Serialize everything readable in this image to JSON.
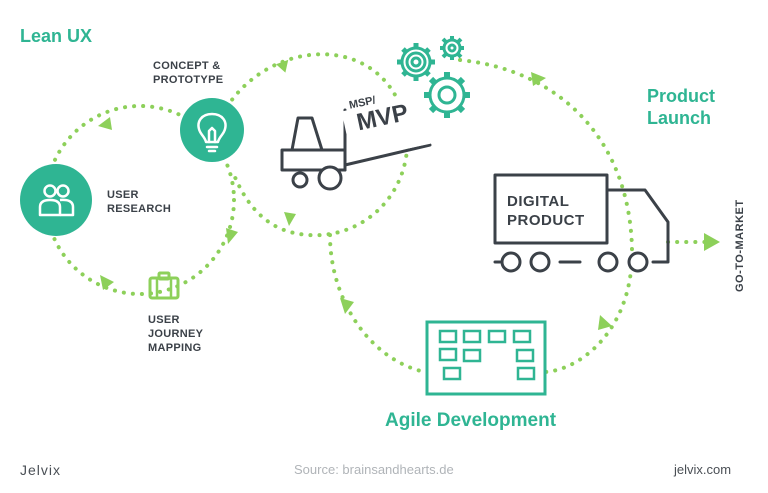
{
  "titles": {
    "lean_ux": "Lean UX",
    "product_launch_1": "Product",
    "product_launch_2": "Launch",
    "agile": "Agile Development"
  },
  "labels": {
    "concept_1": "CONCEPT &",
    "concept_2": "PROTOTYPE",
    "research_1": "USER",
    "research_2": "RESEARCH",
    "journey_1": "USER",
    "journey_2": "JOURNEY",
    "journey_3": "MAPPING",
    "msp": "MSP/",
    "mvp": "MVP",
    "digital": "DIGITAL",
    "product": "PRODUCT",
    "go_to_market": "GO-TO-MARKET"
  },
  "footer": {
    "brand": "Jelvix",
    "source": "Source: brainsandhearts.de",
    "site": "jelvix.com"
  },
  "colors": {
    "teal": "#2fb593",
    "green_dots": "#8dd05a",
    "dark": "#3b4148",
    "muted": "#b0b4b8"
  },
  "icons": [
    "users-icon",
    "lightbulb-icon",
    "briefcase-icon",
    "forklift-icon",
    "gears-icon",
    "truck-icon",
    "kanban-board-icon"
  ]
}
